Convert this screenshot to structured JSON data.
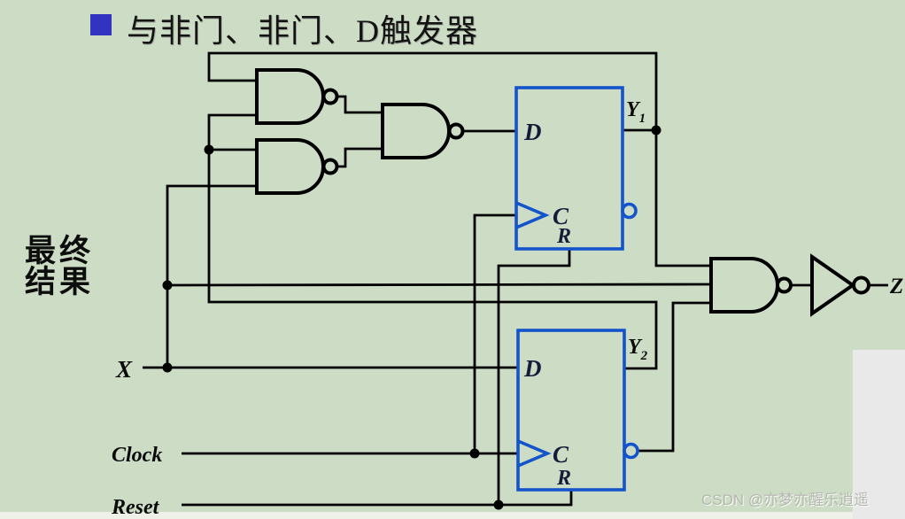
{
  "slide": {
    "title": "与非门、非门、D触发器",
    "left_label_line1": "最终",
    "left_label_line2": "结果",
    "watermark": "CSDN @亦梦亦醒乐逍遥"
  },
  "signals": {
    "x": "X",
    "clock": "Clock",
    "reset": "Reset",
    "z": "Z",
    "y1_base": "Y",
    "y1_sub": "1",
    "y2_base": "Y",
    "y2_sub": "2"
  },
  "flipflop_top": {
    "d": "D",
    "c": "C",
    "r": "R"
  },
  "flipflop_bottom": {
    "d": "D",
    "c": "C",
    "r": "R"
  },
  "colors": {
    "background": "#cdddc5",
    "wire": "#000000",
    "flipflop_stroke": "#1353cb",
    "pin_text": "#131c3a",
    "title_bullet": "#3333c2",
    "side_panel": "#e9e9e9",
    "bottom_strip": "#edf1e8",
    "watermark_text": "#b3b7ae"
  }
}
